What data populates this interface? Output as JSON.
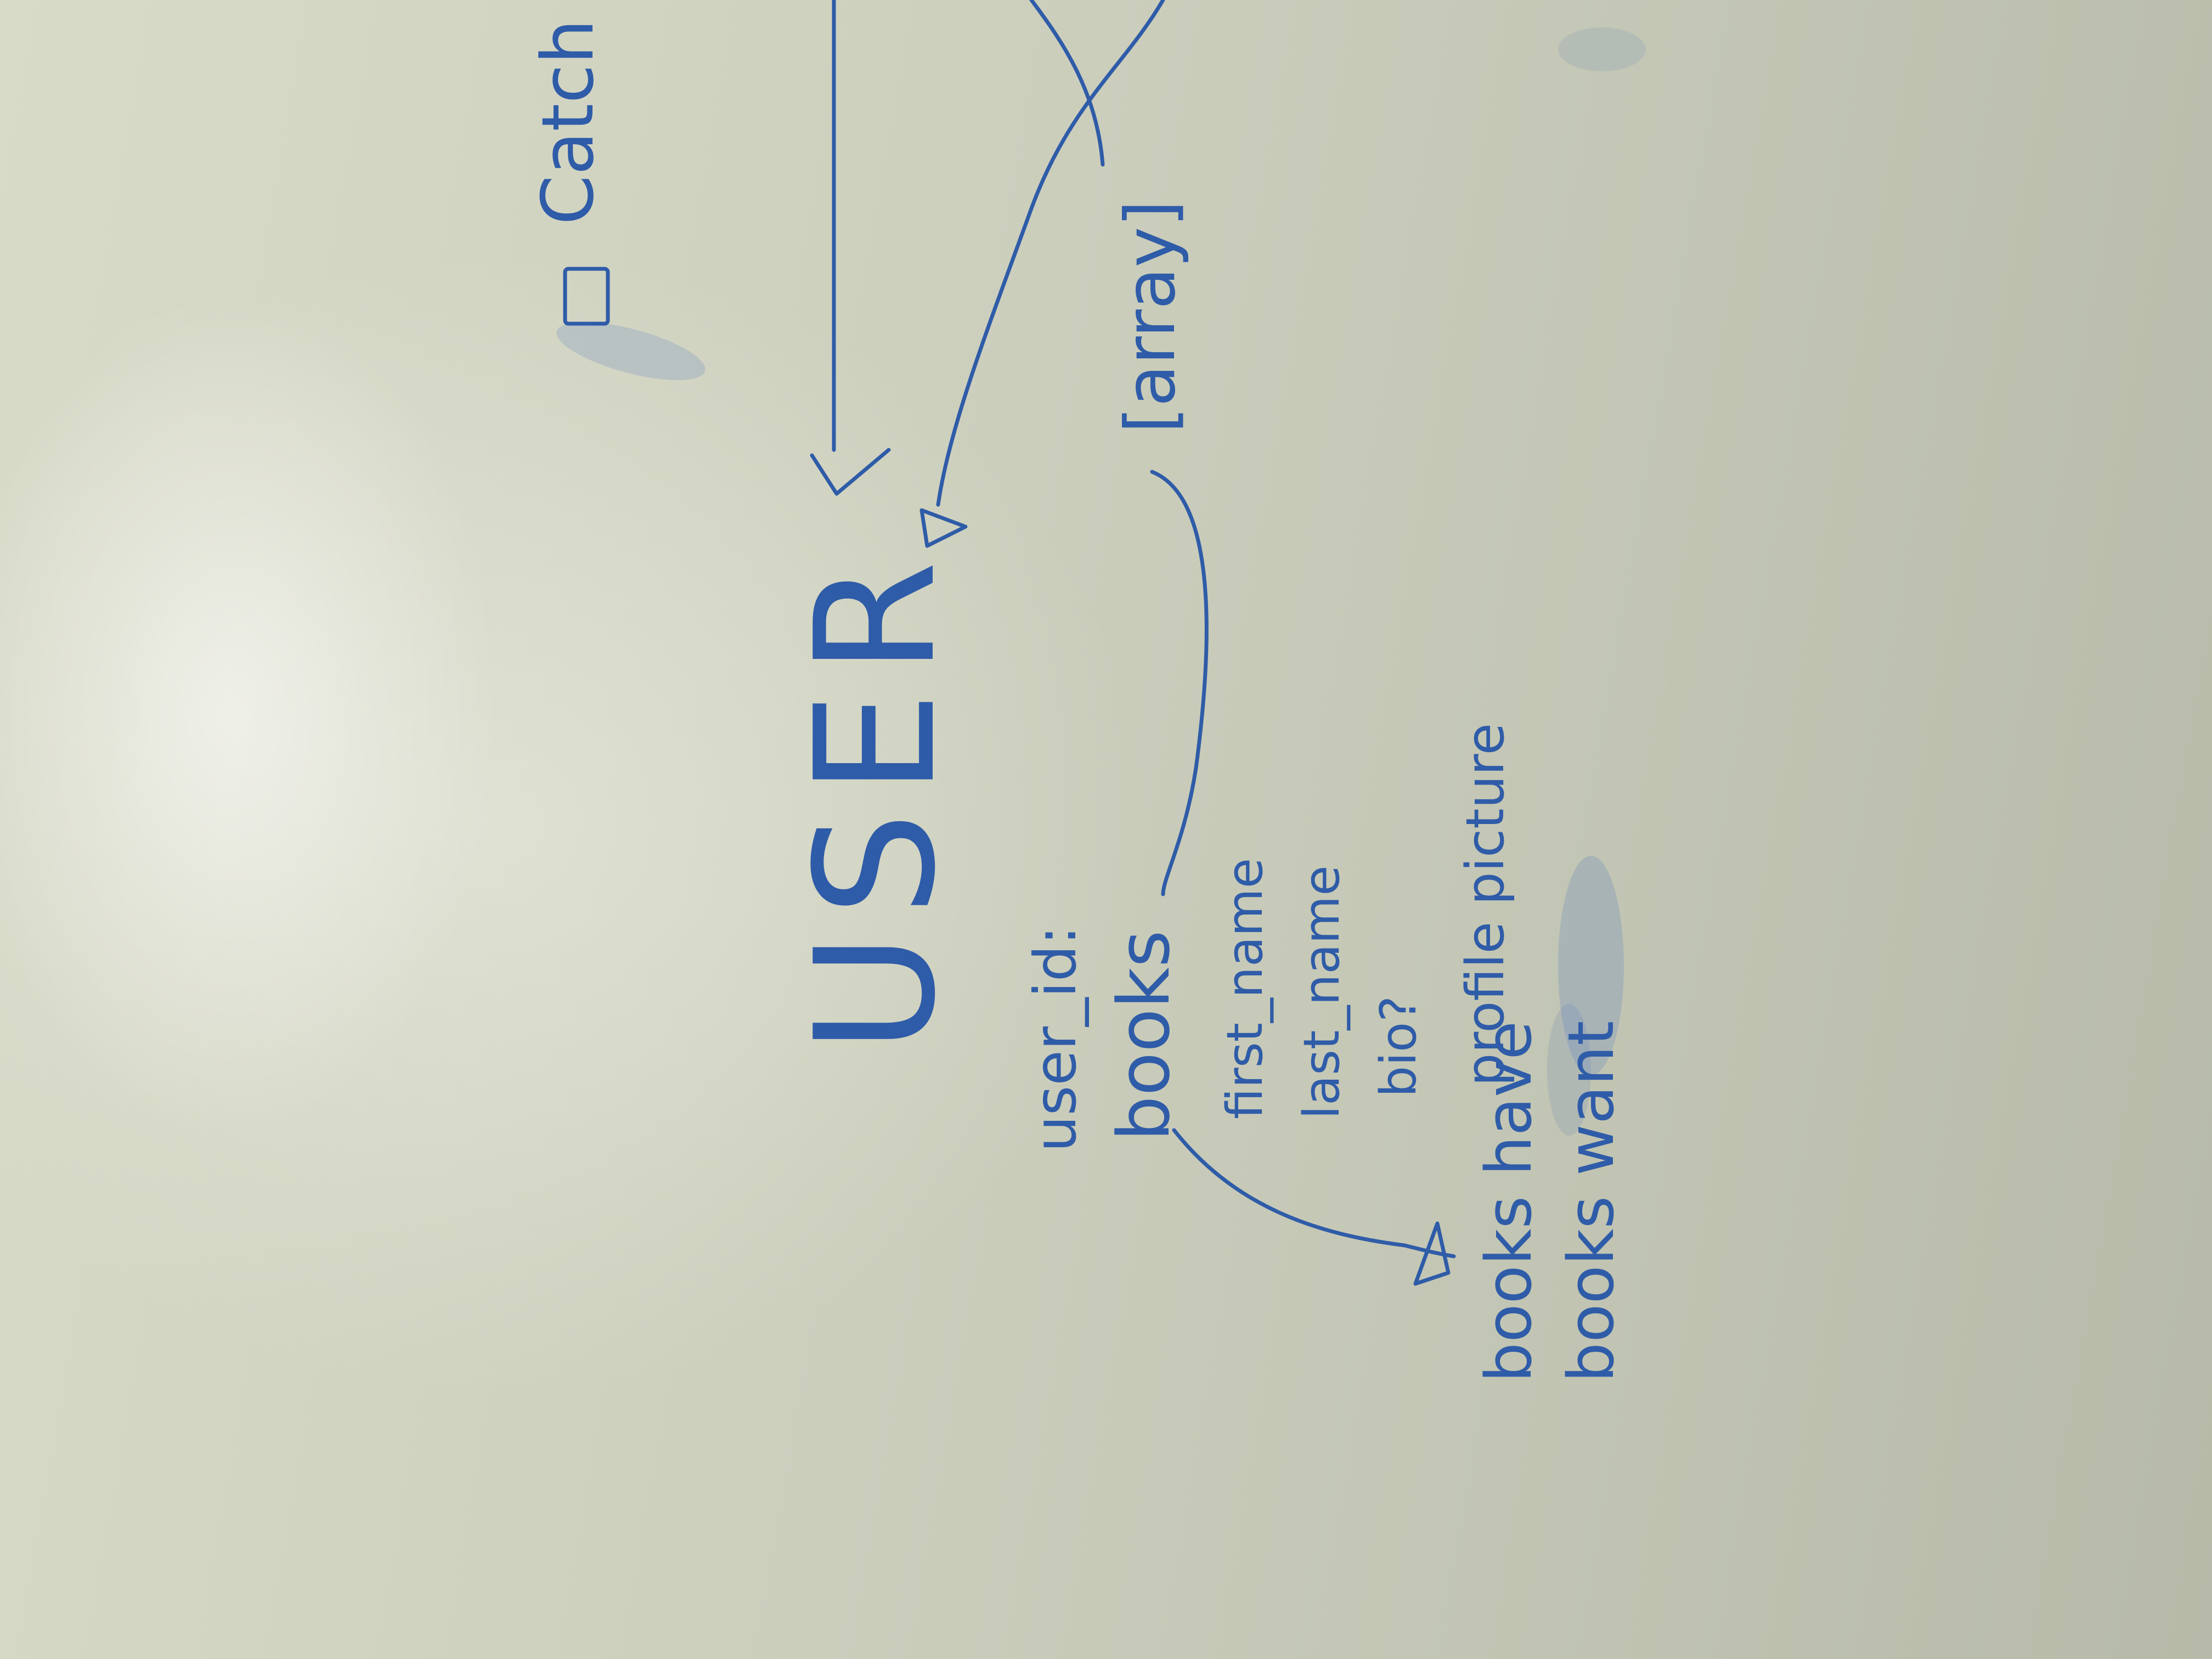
{
  "whiteboard": {
    "top_note": "Catch",
    "entity_title": "USER",
    "array_label": "[array]",
    "fields": [
      "user_id:",
      "books",
      "first_name",
      "last_name",
      "bio?",
      "profile picture"
    ],
    "books_subfields": [
      "books have",
      "books want"
    ]
  },
  "colors": {
    "ink": "#2f5ca8",
    "board": "#cfd1bf"
  }
}
